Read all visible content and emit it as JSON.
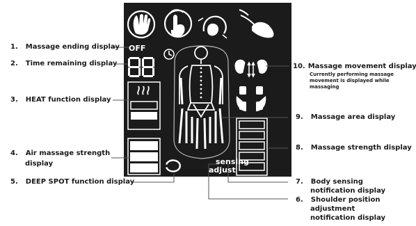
{
  "panel": {
    "off_text": "OFF",
    "time_digits": "88",
    "sensing_text": "sensing",
    "adjust_text": "adjust"
  },
  "callouts": [
    {
      "num": "1.",
      "text": "Massage ending display"
    },
    {
      "num": "2.",
      "text": "Time remaining display"
    },
    {
      "num": "3.",
      "text": "HEAT function display"
    },
    {
      "num": "4.",
      "text": "Air massage strength",
      "line2": "display"
    },
    {
      "num": "5.",
      "text": "DEEP SPOT function display"
    },
    {
      "num": "6.",
      "text": "Shoulder position",
      "line2": "adjustment",
      "line3": "notification display"
    },
    {
      "num": "7.",
      "text": "Body sensing",
      "line2": "notification display"
    },
    {
      "num": "8.",
      "text": "Massage strength display"
    },
    {
      "num": "9.",
      "text": "Massage area display"
    },
    {
      "num": "10.",
      "text": "Massage movement display*",
      "note1": "Currently performing massage",
      "note2": "movement is displayed while",
      "note3": "massaging"
    }
  ],
  "colors": {
    "panel": "#1b1b1b",
    "segment": "#ffffff",
    "line": "#555555"
  }
}
